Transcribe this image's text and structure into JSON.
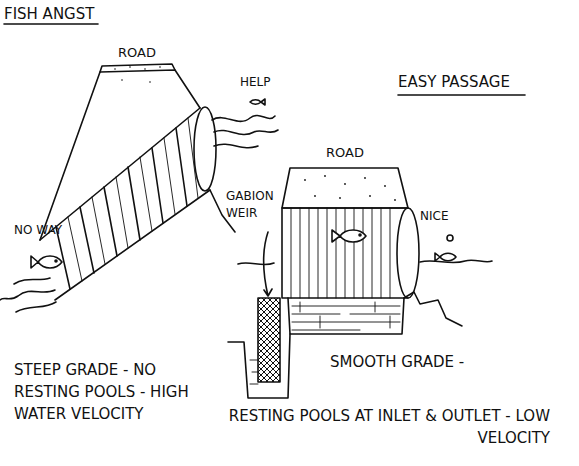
{
  "diagram": {
    "labels": [
      "FISH ANGST",
      "ROAD",
      "HELP",
      "NO WAY",
      "STEEP GRADE - NO RESTING POOLS - HIGH WATER VELOCITY",
      "EASY PASSAGE",
      "ROAD",
      "GABION WEIR",
      "NICE",
      "SMOOTH GRADE -",
      "RESTING POOLS AT INLET & OUTLET - LOW VELOCITY"
    ]
  }
}
